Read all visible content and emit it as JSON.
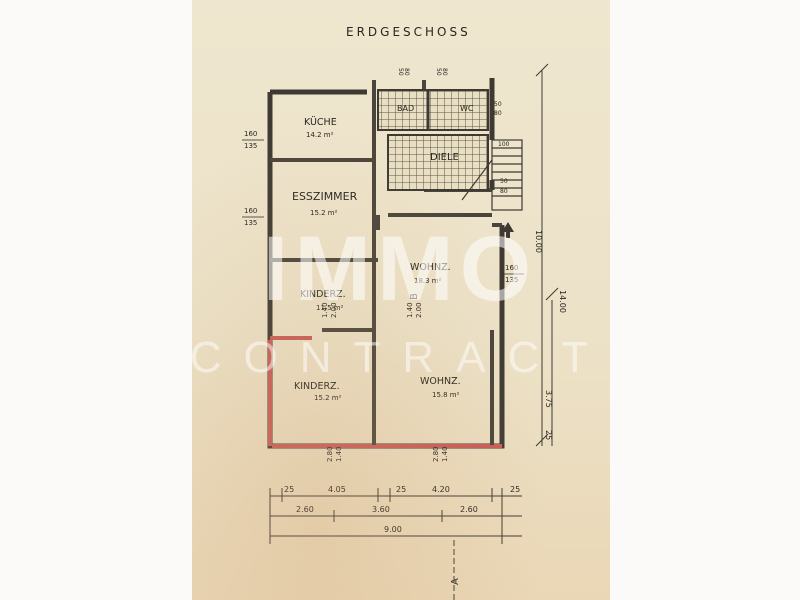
{
  "title": "ERDGESCHOSS",
  "rooms": [
    {
      "name": "KÜCHE",
      "area": "14.2 m²"
    },
    {
      "name": "ESSZIMMER",
      "area": "15.2 m²"
    },
    {
      "name": "BAD",
      "area": ""
    },
    {
      "name": "WC",
      "area": ""
    },
    {
      "name": "DIELE",
      "area": ""
    },
    {
      "name": "WOHNZ.",
      "area": "18.3 m²"
    },
    {
      "name": "KINDERZ.",
      "area": "11.5 m²"
    },
    {
      "name": "KINDERZ.",
      "area": "15.2 m²"
    },
    {
      "name": "WOHNZ.",
      "area": "15.8 m²"
    }
  ],
  "window_labels": {
    "kueche": [
      "160",
      "135"
    ],
    "esszimmer": [
      "160",
      "135"
    ],
    "wohnz": [
      "160",
      "135"
    ],
    "top_bad": [
      "50",
      "80"
    ],
    "top_wc": [
      "50",
      "80"
    ],
    "right_wc": [
      "50",
      "80"
    ],
    "right_diele": [
      "100"
    ],
    "right_stair": [
      "50",
      "80"
    ]
  },
  "door_labels": {
    "kinder_upper": [
      "1.40",
      "2.00"
    ],
    "wohnz_upper": [
      "1.40",
      "2.00"
    ],
    "kinder_lower": [
      "2.80",
      "1.40"
    ],
    "wohnz_lower": [
      "2.80",
      "1.40"
    ]
  },
  "section_marks": {
    "b": "B",
    "a": "A"
  },
  "dimensions": {
    "row1": [
      "25",
      "4.05",
      "25",
      "4.20",
      "25"
    ],
    "row2": [
      "2.60",
      "3.60",
      "2.60"
    ],
    "row3": [
      "9.00"
    ],
    "right": [
      "10.00",
      "14.00",
      "3.75",
      "25"
    ]
  },
  "watermark": {
    "line1": "IMMO",
    "line2": "CONTRACT"
  }
}
